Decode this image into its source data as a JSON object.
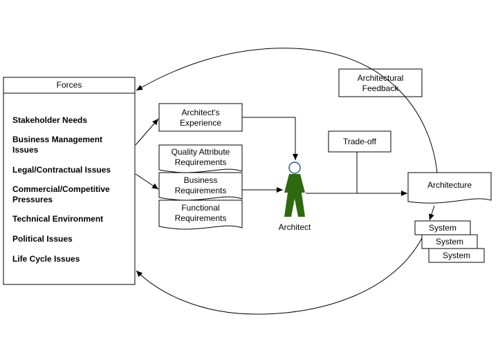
{
  "forces": {
    "title": "Forces",
    "items": [
      [
        "Stakeholder Needs"
      ],
      [
        "Business Management",
        "Issues"
      ],
      [
        "Legal/Contractual Issues"
      ],
      [
        "Commercial/Competitive",
        "Pressures"
      ],
      [
        "Technical Environment"
      ],
      [
        "Political Issues"
      ],
      [
        "Life Cycle Issues"
      ]
    ]
  },
  "experience": [
    "Architect's",
    "Experience"
  ],
  "requirements": {
    "quality": [
      "Quality Attribute",
      "Requirements"
    ],
    "business": [
      "Business",
      "Requirements"
    ],
    "functional": [
      "Functional",
      "Requirements"
    ]
  },
  "architect": "Architect",
  "tradeoff": "Trade-off",
  "architecture": "Architecture",
  "feedback": [
    "Architectural",
    "Feedback"
  ],
  "systems": [
    "System",
    "System",
    "System"
  ],
  "colors": {
    "architect_body": "#2d6a0f",
    "architect_head_stroke": "#1f5f8b"
  }
}
